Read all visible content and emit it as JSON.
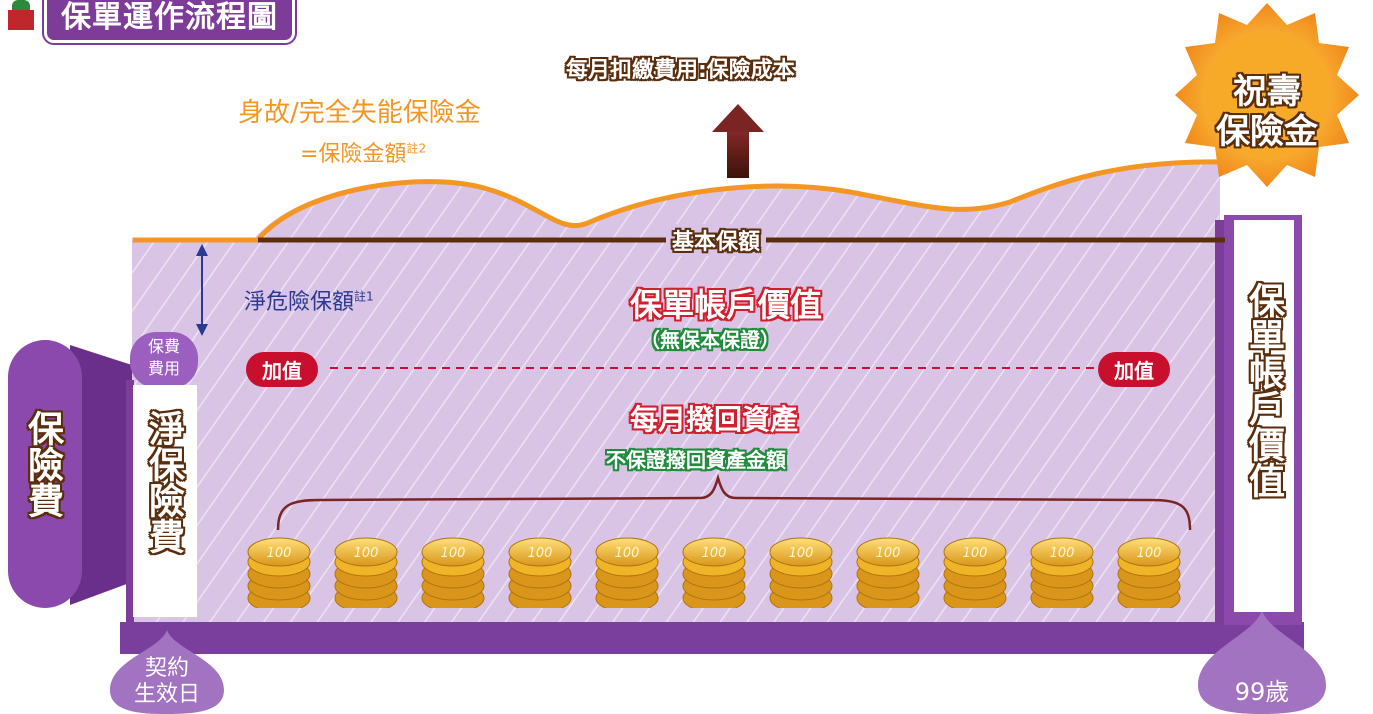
{
  "title": "保單運作流程圖",
  "monthly_deduction": "每月扣繳費用:保險成本",
  "death_benefit_line1": "身故/完全失能保險金",
  "death_benefit_line2": "=保險金額",
  "death_benefit_note": "註2",
  "basic_amount": "基本保額",
  "net_risk_amount": "淨危險保額",
  "net_risk_note": "註1",
  "premium_fee_line1": "保費",
  "premium_fee_line2": "費用",
  "policy_value_title": "保單帳戶價值",
  "policy_value_sub": "（無保本保證）",
  "add_value_left": "加值",
  "add_value_right": "加值",
  "monthly_return_title": "每月撥回資產",
  "monthly_return_sub": "不保證撥回資產金額",
  "premium": "保險費",
  "net_premium": "淨保險費",
  "policy_value_vertical": "保單帳戶價值",
  "longevity_line1": "祝壽",
  "longevity_line2": "保險金",
  "start_line1": "契約",
  "start_line2": "生效日",
  "end_age": "99歲",
  "coin_label": "100",
  "coin_count": 11,
  "colors": {
    "purple": "#7d3c98",
    "lavender": "#d8c3e4",
    "orange": "#f39623",
    "brown": "#5a2d0c",
    "red": "#c8102e",
    "green": "#1e8c3a",
    "navy": "#2b3990"
  }
}
